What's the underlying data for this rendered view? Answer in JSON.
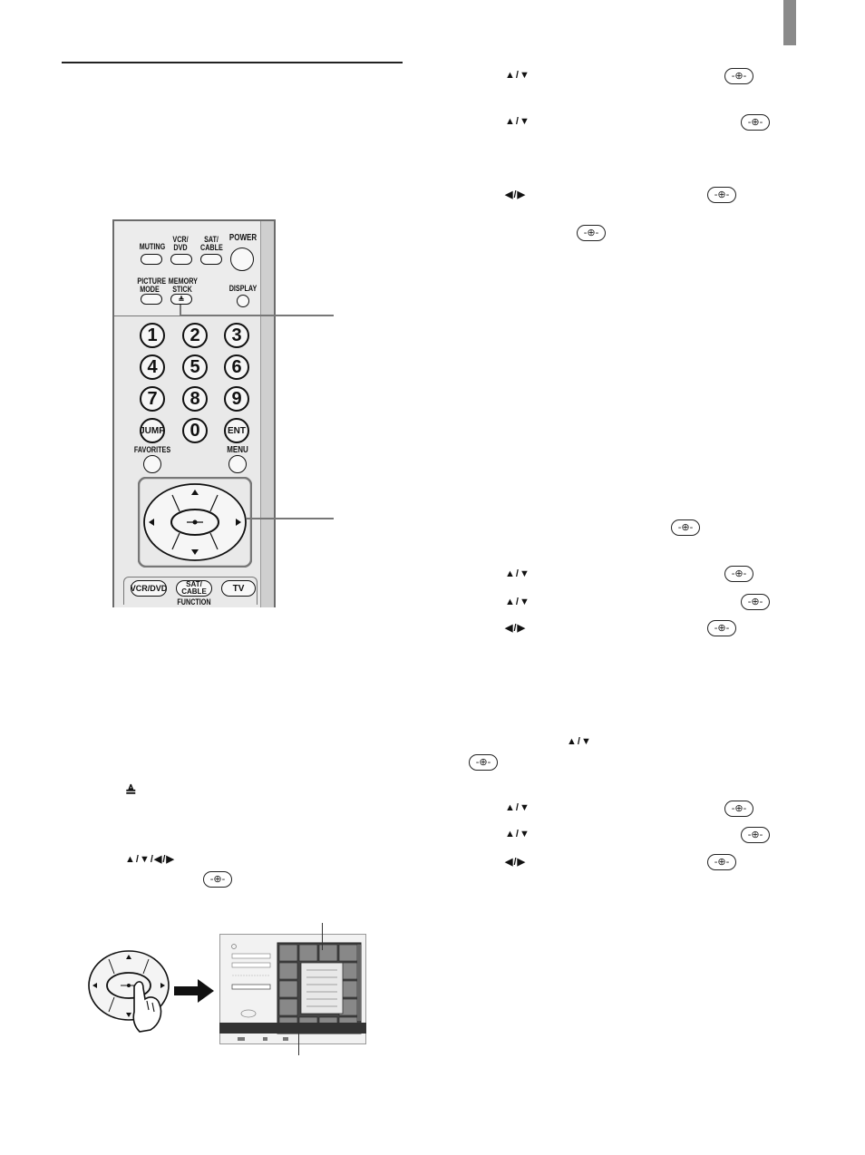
{
  "remote": {
    "labels": {
      "muting": "MUTING",
      "vcr_dvd": "VCR/\nDVD",
      "sat_cable": "SAT/\nCABLE",
      "power": "POWER",
      "picture_mode": "PICTURE\nMODE",
      "memory_stick": "MEMORY\nSTICK",
      "display": "DISPLAY",
      "favorites": "FAVORITES",
      "menu": "MENU",
      "function": "FUNCTION"
    },
    "numbers": [
      "1",
      "2",
      "3",
      "4",
      "5",
      "6",
      "7",
      "8",
      "9",
      "JUMP",
      "0",
      "ENT"
    ],
    "function_buttons": [
      "VCR/DVD",
      "SAT/\nCABLE",
      "TV"
    ]
  },
  "glyphs": {
    "up_down": "▲/▼",
    "left_right": "◀/▶",
    "up_down_left_right": "▲/▼/◀/▶",
    "select": "-⊕-"
  },
  "icons": {
    "memory_stick": "memory-stick-icon",
    "select_button": "select-button-icon",
    "arrow": "arrow-icon"
  },
  "colors": {
    "tab_gray": "#8a8a8a",
    "callout_gray": "#777777"
  }
}
